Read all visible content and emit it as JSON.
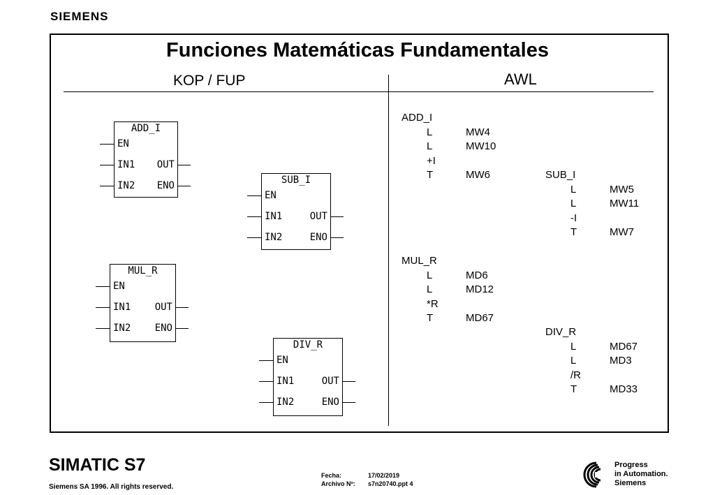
{
  "header": {
    "logo_text": "SIEMENS",
    "title": "Funciones Matemáticas Fundamentales"
  },
  "columns": {
    "left_heading": "KOP / FUP",
    "right_heading": "AWL"
  },
  "blocks": [
    {
      "name": "ADD_I",
      "inputs": [
        "EN",
        "IN1",
        "IN2"
      ],
      "outputs": [
        "OUT",
        "ENO"
      ]
    },
    {
      "name": "SUB_I",
      "inputs": [
        "EN",
        "IN1",
        "IN2"
      ],
      "outputs": [
        "OUT",
        "ENO"
      ]
    },
    {
      "name": "MUL_R",
      "inputs": [
        "EN",
        "IN1",
        "IN2"
      ],
      "outputs": [
        "OUT",
        "ENO"
      ]
    },
    {
      "name": "DIV_R",
      "inputs": [
        "EN",
        "IN1",
        "IN2"
      ],
      "outputs": [
        "OUT",
        "ENO"
      ]
    }
  ],
  "awl": [
    {
      "name": "ADD_I",
      "lines": [
        [
          "L",
          "MW4"
        ],
        [
          "L",
          "MW10"
        ],
        [
          "+I",
          ""
        ],
        [
          "T",
          "MW6"
        ]
      ]
    },
    {
      "name": "SUB_I",
      "lines": [
        [
          "L",
          "MW5"
        ],
        [
          "L",
          "MW11"
        ],
        [
          "-I",
          ""
        ],
        [
          "T",
          "MW7"
        ]
      ]
    },
    {
      "name": "MUL_R",
      "lines": [
        [
          "L",
          "MD6"
        ],
        [
          "L",
          "MD12"
        ],
        [
          "*R",
          ""
        ],
        [
          "T",
          "MD67"
        ]
      ]
    },
    {
      "name": "DIV_R",
      "lines": [
        [
          "L",
          "MD67"
        ],
        [
          "L",
          "MD3"
        ],
        [
          "/R",
          ""
        ],
        [
          "T",
          "MD33"
        ]
      ]
    }
  ],
  "footer": {
    "product": "SIMATIC S7",
    "copyright": "Siemens SA 1996. All rights reserved.",
    "fecha_label": "Fecha:",
    "fecha_value": "17/02/2019",
    "archivo_label": "Archivo Nº:",
    "archivo_value": "s7n20740.ppt 4",
    "brand_lines": [
      "Progress",
      "in Automation.",
      "Siemens"
    ]
  }
}
